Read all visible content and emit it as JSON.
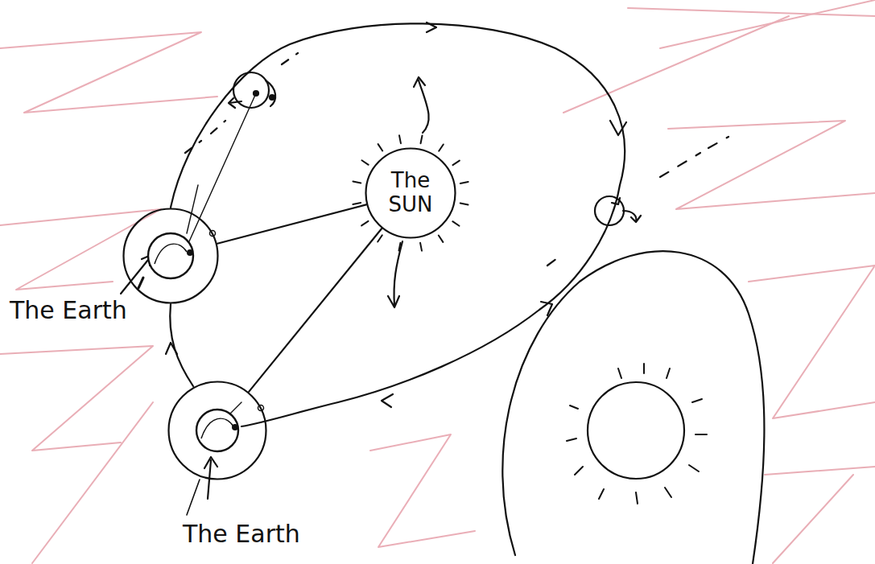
{
  "diagram": {
    "nodes": [
      {
        "text": [
          "The SUN"
        ]
      },
      {
        "text": [
          "The Earth"
        ]
      },
      {
        "text": [
          "The Earth"
        ]
      }
    ],
    "edges": [
      {
        "from": 1,
        "to": 0,
        "arrow": "none"
      },
      {
        "from": 2,
        "to": 0,
        "arrow": "none"
      }
    ]
  }
}
